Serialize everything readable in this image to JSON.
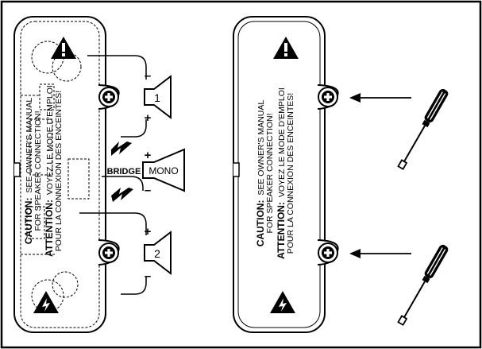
{
  "left_panel": {
    "caution_heading": "CAUTION:",
    "caution_line1": "SEE OWNER'S MANUAL",
    "caution_line2": "FOR SPEAKER CONNECTION!",
    "attention_heading": "ATTENTION:",
    "attention_line1": "VOYEZ LE MODE D'EMPLOI",
    "attention_line2": "POUR LA CONNEXION DES ENCEINTES!"
  },
  "right_panel": {
    "caution_heading": "CAUTION:",
    "caution_line1": "SEE OWNER'S MANUAL",
    "caution_line2": "FOR SPEAKER CONNECTION!",
    "attention_heading": "ATTENTION:",
    "attention_line1": "VOYEZ LE MODE D'EMPLOI",
    "attention_line2": "POUR LA CONNEXION DES ENCEINTES!"
  },
  "speaker_1": {
    "label": "1",
    "plus": "+",
    "minus": "–"
  },
  "speaker_2": {
    "label": "2",
    "plus": "+",
    "minus": "–"
  },
  "speaker_mono": {
    "label": "MONO",
    "plus": "+",
    "minus": "–"
  },
  "bridge_label": "BRIDGE",
  "colors": {
    "ink": "#000000",
    "background": "#ffffff"
  },
  "icons": [
    "warning-triangle-icon",
    "lightning-bolt-icon",
    "screw-head-icon",
    "screwdriver-icon",
    "arrow-icon",
    "speaker-icon"
  ]
}
